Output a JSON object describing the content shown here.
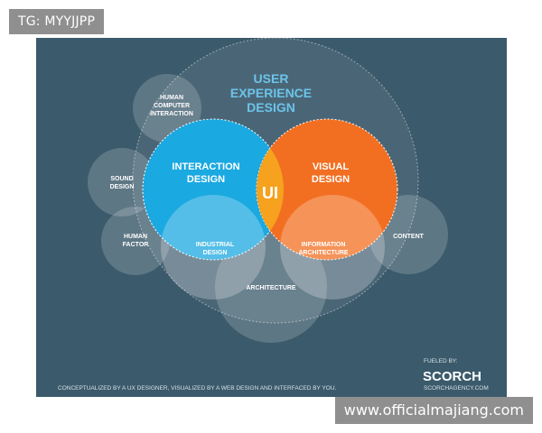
{
  "tag": "TG: MYYJJPP",
  "watermark": "www.officialmajiang.com",
  "diagram": {
    "title_lines": [
      "USER",
      "EXPERIENCE",
      "DESIGN"
    ],
    "interaction_lines": [
      "INTERACTION",
      "DESIGN"
    ],
    "visual_lines": [
      "VISUAL",
      "DESIGN"
    ],
    "ui": "UI",
    "hci_lines": [
      "HUMAN",
      "COMPUTER",
      "INTERACTION"
    ],
    "sound_lines": [
      "SOUND",
      "DESIGN"
    ],
    "human_factor_lines": [
      "HUMAN",
      "FACTOR"
    ],
    "industrial_lines": [
      "INDUSTRIAL",
      "DESIGN"
    ],
    "info_arch_lines": [
      "INFORMATION",
      "ARCHITECTURE"
    ],
    "content": "CONTENT",
    "architecture": "ARCHITECTURE"
  },
  "footer": {
    "text": "CONCEPTUALIZED BY A UX DESIGNER, VISUALIZED BY A WEB DESIGN AND INTERFACED BY YOU.",
    "fueled_by": "FUELED BY:",
    "brand": "SCORCH",
    "brand_url": "SCORCHAGENCY.COM"
  },
  "colors": {
    "background": "#3b5a6b",
    "interaction": "#1ba9e1",
    "visual": "#f26f22",
    "ui_overlap": "#f6a21e",
    "title": "#6cc4ea"
  }
}
